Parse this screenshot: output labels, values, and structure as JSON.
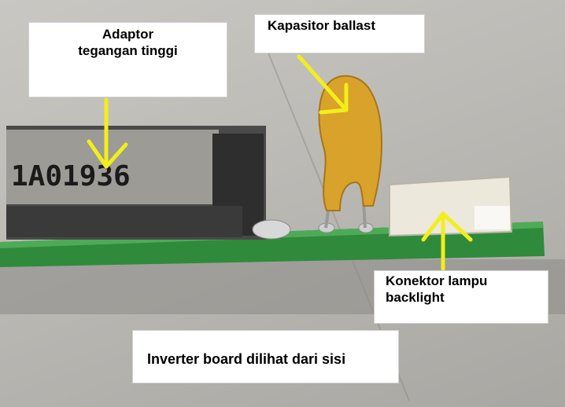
{
  "labels": {
    "adaptor": [
      "Adaptor",
      "tegangan tinggi"
    ],
    "kapasitor": "Kapasitor ballast",
    "konektor": [
      "Konektor lampu",
      "backlight"
    ],
    "caption": "Inverter board dilihat dari sisi"
  },
  "photo": {
    "chip_marking": "1A01936"
  },
  "colors": {
    "arrow": "#f2ee1c",
    "pcb": "#2f8a3c",
    "capacitor": "#d9a22a",
    "background": "#c2c0bb"
  }
}
